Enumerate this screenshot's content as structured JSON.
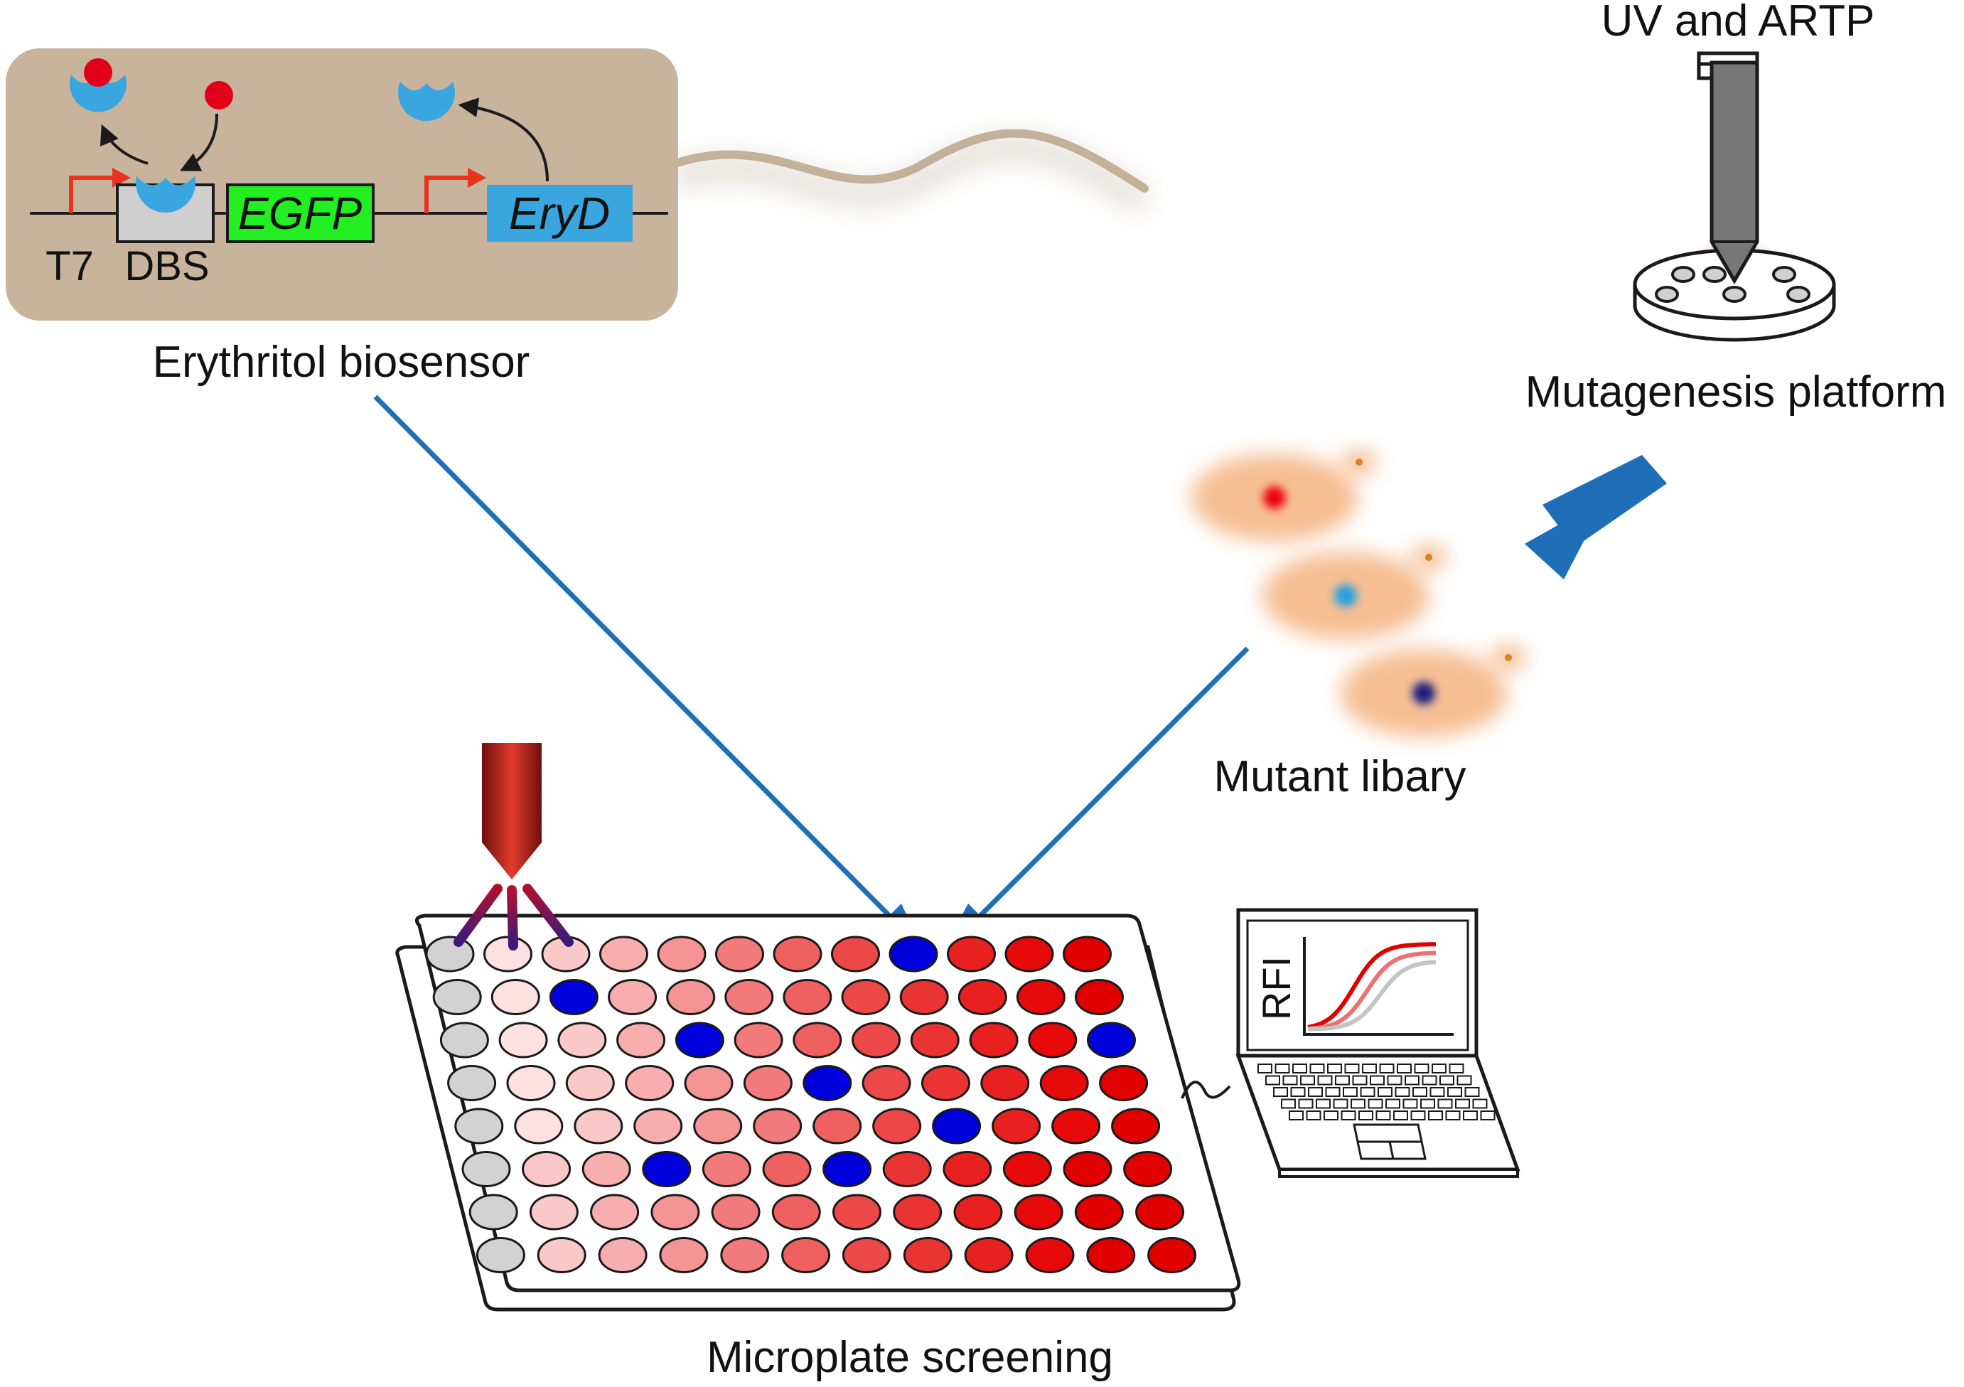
{
  "labels": {
    "biosensor": "Erythritol biosensor",
    "uv_artp": "UV and ARTP",
    "mutagenesis": "Mutagenesis platform",
    "library": "Mutant libary",
    "microplate": "Microplate screening",
    "promoter": "T7",
    "binding_site": "DBS",
    "reporter_gene": "EGFP",
    "regulator_gene": "EryD",
    "rfi_axis": "RFI"
  },
  "colors": {
    "biosensor_panel": "#c8b49c",
    "regulator_protein": "#3aa6df",
    "erythritol_ligand": "#e0001a",
    "egfp_box": "#22ee22",
    "eryd_box": "#3aa6df",
    "promoter_arrow": "#e8331f",
    "flow_arrow": "#1f6fb8",
    "hit_well": "#0000dd",
    "control_well": "#d2d2d2",
    "yeast_cell": "#f4b888"
  },
  "icons": {
    "regulator": "regulator-protein-icon",
    "ligand": "erythritol-molecule-icon",
    "plasma_probe": "plasma-jet-icon",
    "culture_dish": "petri-dish-icon",
    "yeast": "yeast-cell-icon",
    "detector": "light-detector-icon",
    "computer": "laptop-icon"
  },
  "microplate": {
    "rows": 8,
    "cols": 12,
    "grey_column": 1,
    "hit_wells": [
      [
        1,
        9
      ],
      [
        2,
        3
      ],
      [
        3,
        5
      ],
      [
        3,
        12
      ],
      [
        4,
        7
      ],
      [
        5,
        9
      ],
      [
        6,
        4
      ],
      [
        6,
        7
      ]
    ]
  },
  "rfi_curves": [
    {
      "color": "#e00000"
    },
    {
      "color": "#ee7070"
    },
    {
      "color": "#c4c4c4"
    }
  ]
}
